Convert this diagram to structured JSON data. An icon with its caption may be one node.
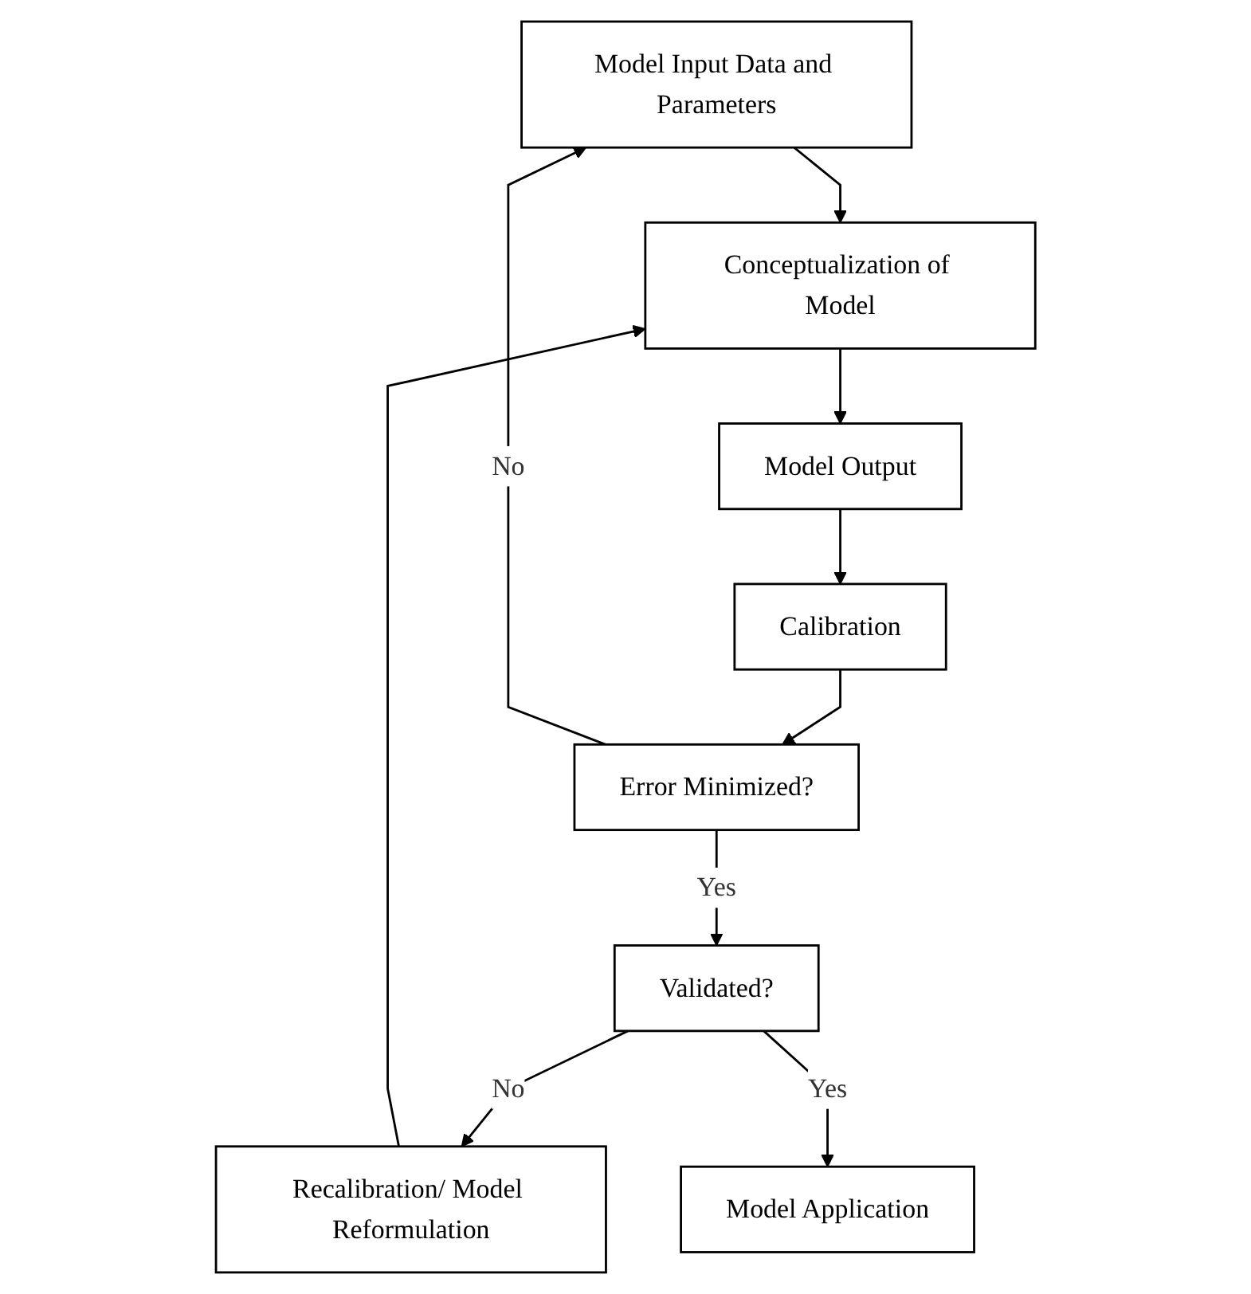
{
  "diagram": {
    "nodes": [
      {
        "text": [
          "Model Input Data and Parameters"
        ]
      },
      {
        "text": [
          "Conceptualization of Model"
        ]
      },
      {
        "text": [
          "Model Output"
        ]
      },
      {
        "text": [
          "Calibration"
        ]
      },
      {
        "text": [
          "Error Minimized?"
        ]
      },
      {
        "text": [
          "Validated?"
        ]
      },
      {
        "text": [
          "Recalibration/ Model Reformulation"
        ]
      },
      {
        "text": [
          "Model Application"
        ]
      }
    ],
    "edges": [
      {
        "from": 0,
        "to": 1,
        "arrow": "to"
      },
      {
        "from": 1,
        "to": 2,
        "arrow": "to"
      },
      {
        "from": 2,
        "to": 3,
        "arrow": "to"
      },
      {
        "from": 3,
        "to": 4,
        "arrow": "to"
      },
      {
        "from": 4,
        "to": 0,
        "arrow": "to",
        "label": "No"
      },
      {
        "from": 4,
        "to": 5,
        "arrow": "to",
        "label": "Yes"
      },
      {
        "from": 5,
        "to": 6,
        "arrow": "to",
        "label": "No"
      },
      {
        "from": 6,
        "to": 1,
        "arrow": "to"
      },
      {
        "from": 5,
        "to": 7,
        "arrow": "to",
        "label": "Yes"
      }
    ]
  }
}
